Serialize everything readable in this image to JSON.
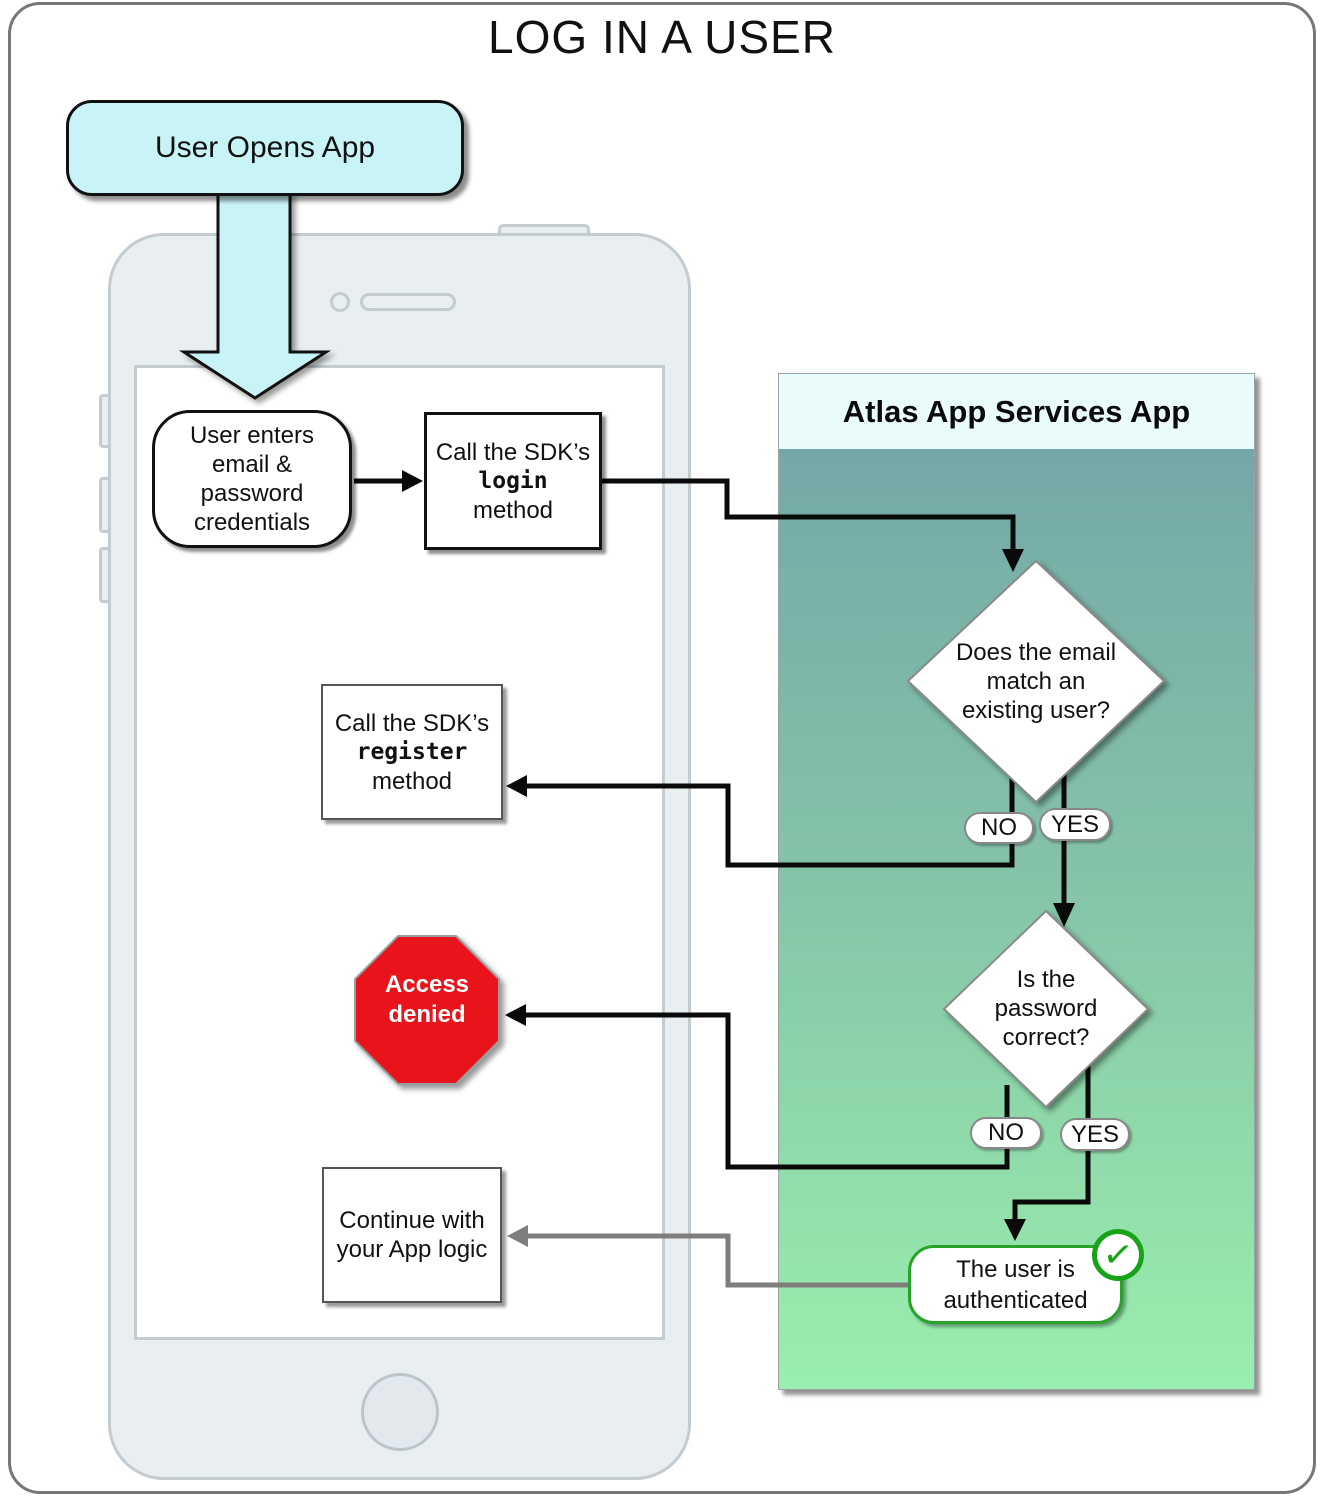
{
  "title": "LOG IN A USER",
  "entry": {
    "label": "User Opens App"
  },
  "phone_flow": {
    "credentials": {
      "lines": [
        "User enters",
        "email &",
        "password",
        "credentials"
      ]
    },
    "login": {
      "pre": "Call the SDK’s",
      "code": "login",
      "post": "method"
    },
    "register": {
      "pre": "Call the SDK’s",
      "code": "register",
      "post": "method"
    },
    "access_denied": {
      "lines": [
        "Access",
        "denied"
      ]
    },
    "continue_logic": {
      "lines": [
        "Continue with",
        "your App logic"
      ]
    }
  },
  "service_panel": {
    "title": "Atlas App Services App",
    "decision_email": {
      "lines": [
        "Does the email",
        "match an",
        "existing user?"
      ],
      "no_label": "NO",
      "yes_label": "YES"
    },
    "decision_password": {
      "lines": [
        "Is the",
        "password",
        "correct?"
      ],
      "no_label": "NO",
      "yes_label": "YES"
    },
    "authenticated": {
      "lines": [
        "The user is",
        "authenticated"
      ]
    }
  },
  "icons": {
    "check": "✓"
  },
  "colors": {
    "accent_cyan": "#c9f4f7",
    "panel_header_bg": "#eafbfc",
    "panel_gradient_top": "#74a8a8",
    "panel_gradient_bottom": "#99efad",
    "stop_red": "#e8131b",
    "success_green": "#17a317",
    "connector_black": "#0a0a0a",
    "connector_gray": "#7e7e7e",
    "phone_gray": "#e9eef1"
  }
}
